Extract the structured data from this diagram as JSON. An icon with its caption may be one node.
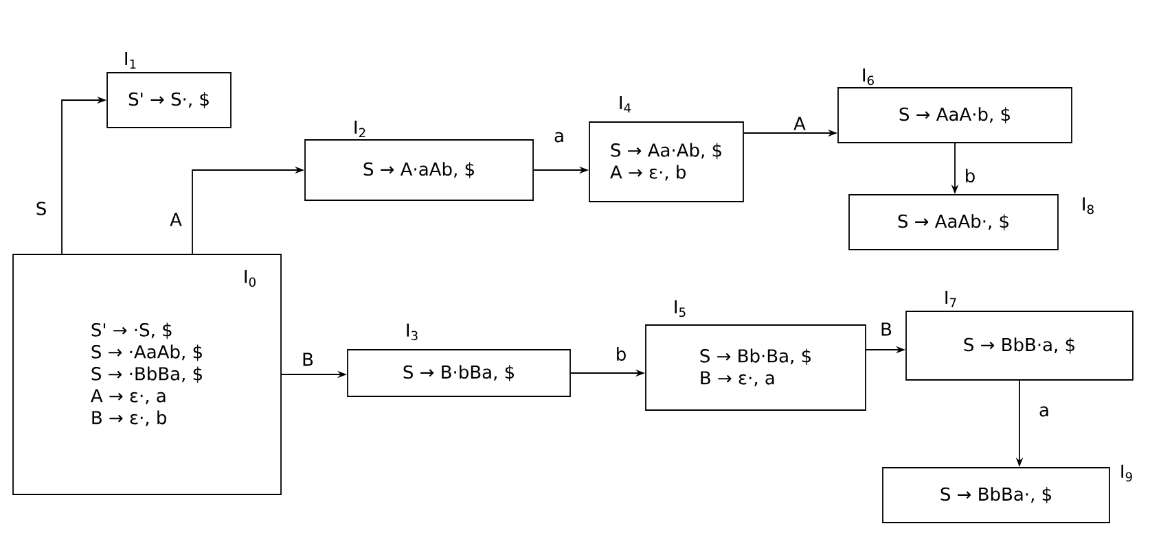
{
  "diagram": {
    "nodes": [
      {
        "text": [
          "I$_{0}$",
          "S' → ·S, $",
          "S → ·AaAb, $",
          "S → ·BbBa, $",
          "A → ε·, a",
          "B → ε·, b"
        ]
      },
      {
        "text": [
          "I$_{1}$",
          "S' → S·, $"
        ]
      },
      {
        "text": [
          "I$_{2}$",
          "S → A·aAb, $"
        ]
      },
      {
        "text": [
          "I$_{3}$",
          "S → B·bBa, $"
        ]
      },
      {
        "text": [
          "I$_{4}$",
          "S → Aa·Ab, $",
          "A → ε·, b"
        ]
      },
      {
        "text": [
          "I$_{5}$",
          "S → Bb·Ba, $",
          "B → ε·, a"
        ]
      },
      {
        "text": [
          "I$_{6}$",
          "S → AaA·b, $"
        ]
      },
      {
        "text": [
          "I$_{7}$",
          "S → BbB·a, $"
        ]
      },
      {
        "text": [
          "I$_{8}$",
          "S → AaAb·, $"
        ]
      },
      {
        "text": [
          "I$_{9}$",
          "S → BbBa·, $"
        ]
      }
    ],
    "edges": [
      {
        "from": 0,
        "to": 1,
        "arrow": "to",
        "label": "S"
      },
      {
        "from": 0,
        "to": 2,
        "arrow": "to",
        "label": "A"
      },
      {
        "from": 0,
        "to": 3,
        "arrow": "to",
        "label": "B"
      },
      {
        "from": 2,
        "to": 4,
        "arrow": "to",
        "label": "a"
      },
      {
        "from": 4,
        "to": 6,
        "arrow": "to",
        "label": "A"
      },
      {
        "from": 6,
        "to": 8,
        "arrow": "to",
        "label": "b"
      },
      {
        "from": 3,
        "to": 5,
        "arrow": "to",
        "label": "b"
      },
      {
        "from": 5,
        "to": 7,
        "arrow": "to",
        "label": "B"
      },
      {
        "from": 7,
        "to": 9,
        "arrow": "to",
        "label": "a"
      }
    ]
  }
}
